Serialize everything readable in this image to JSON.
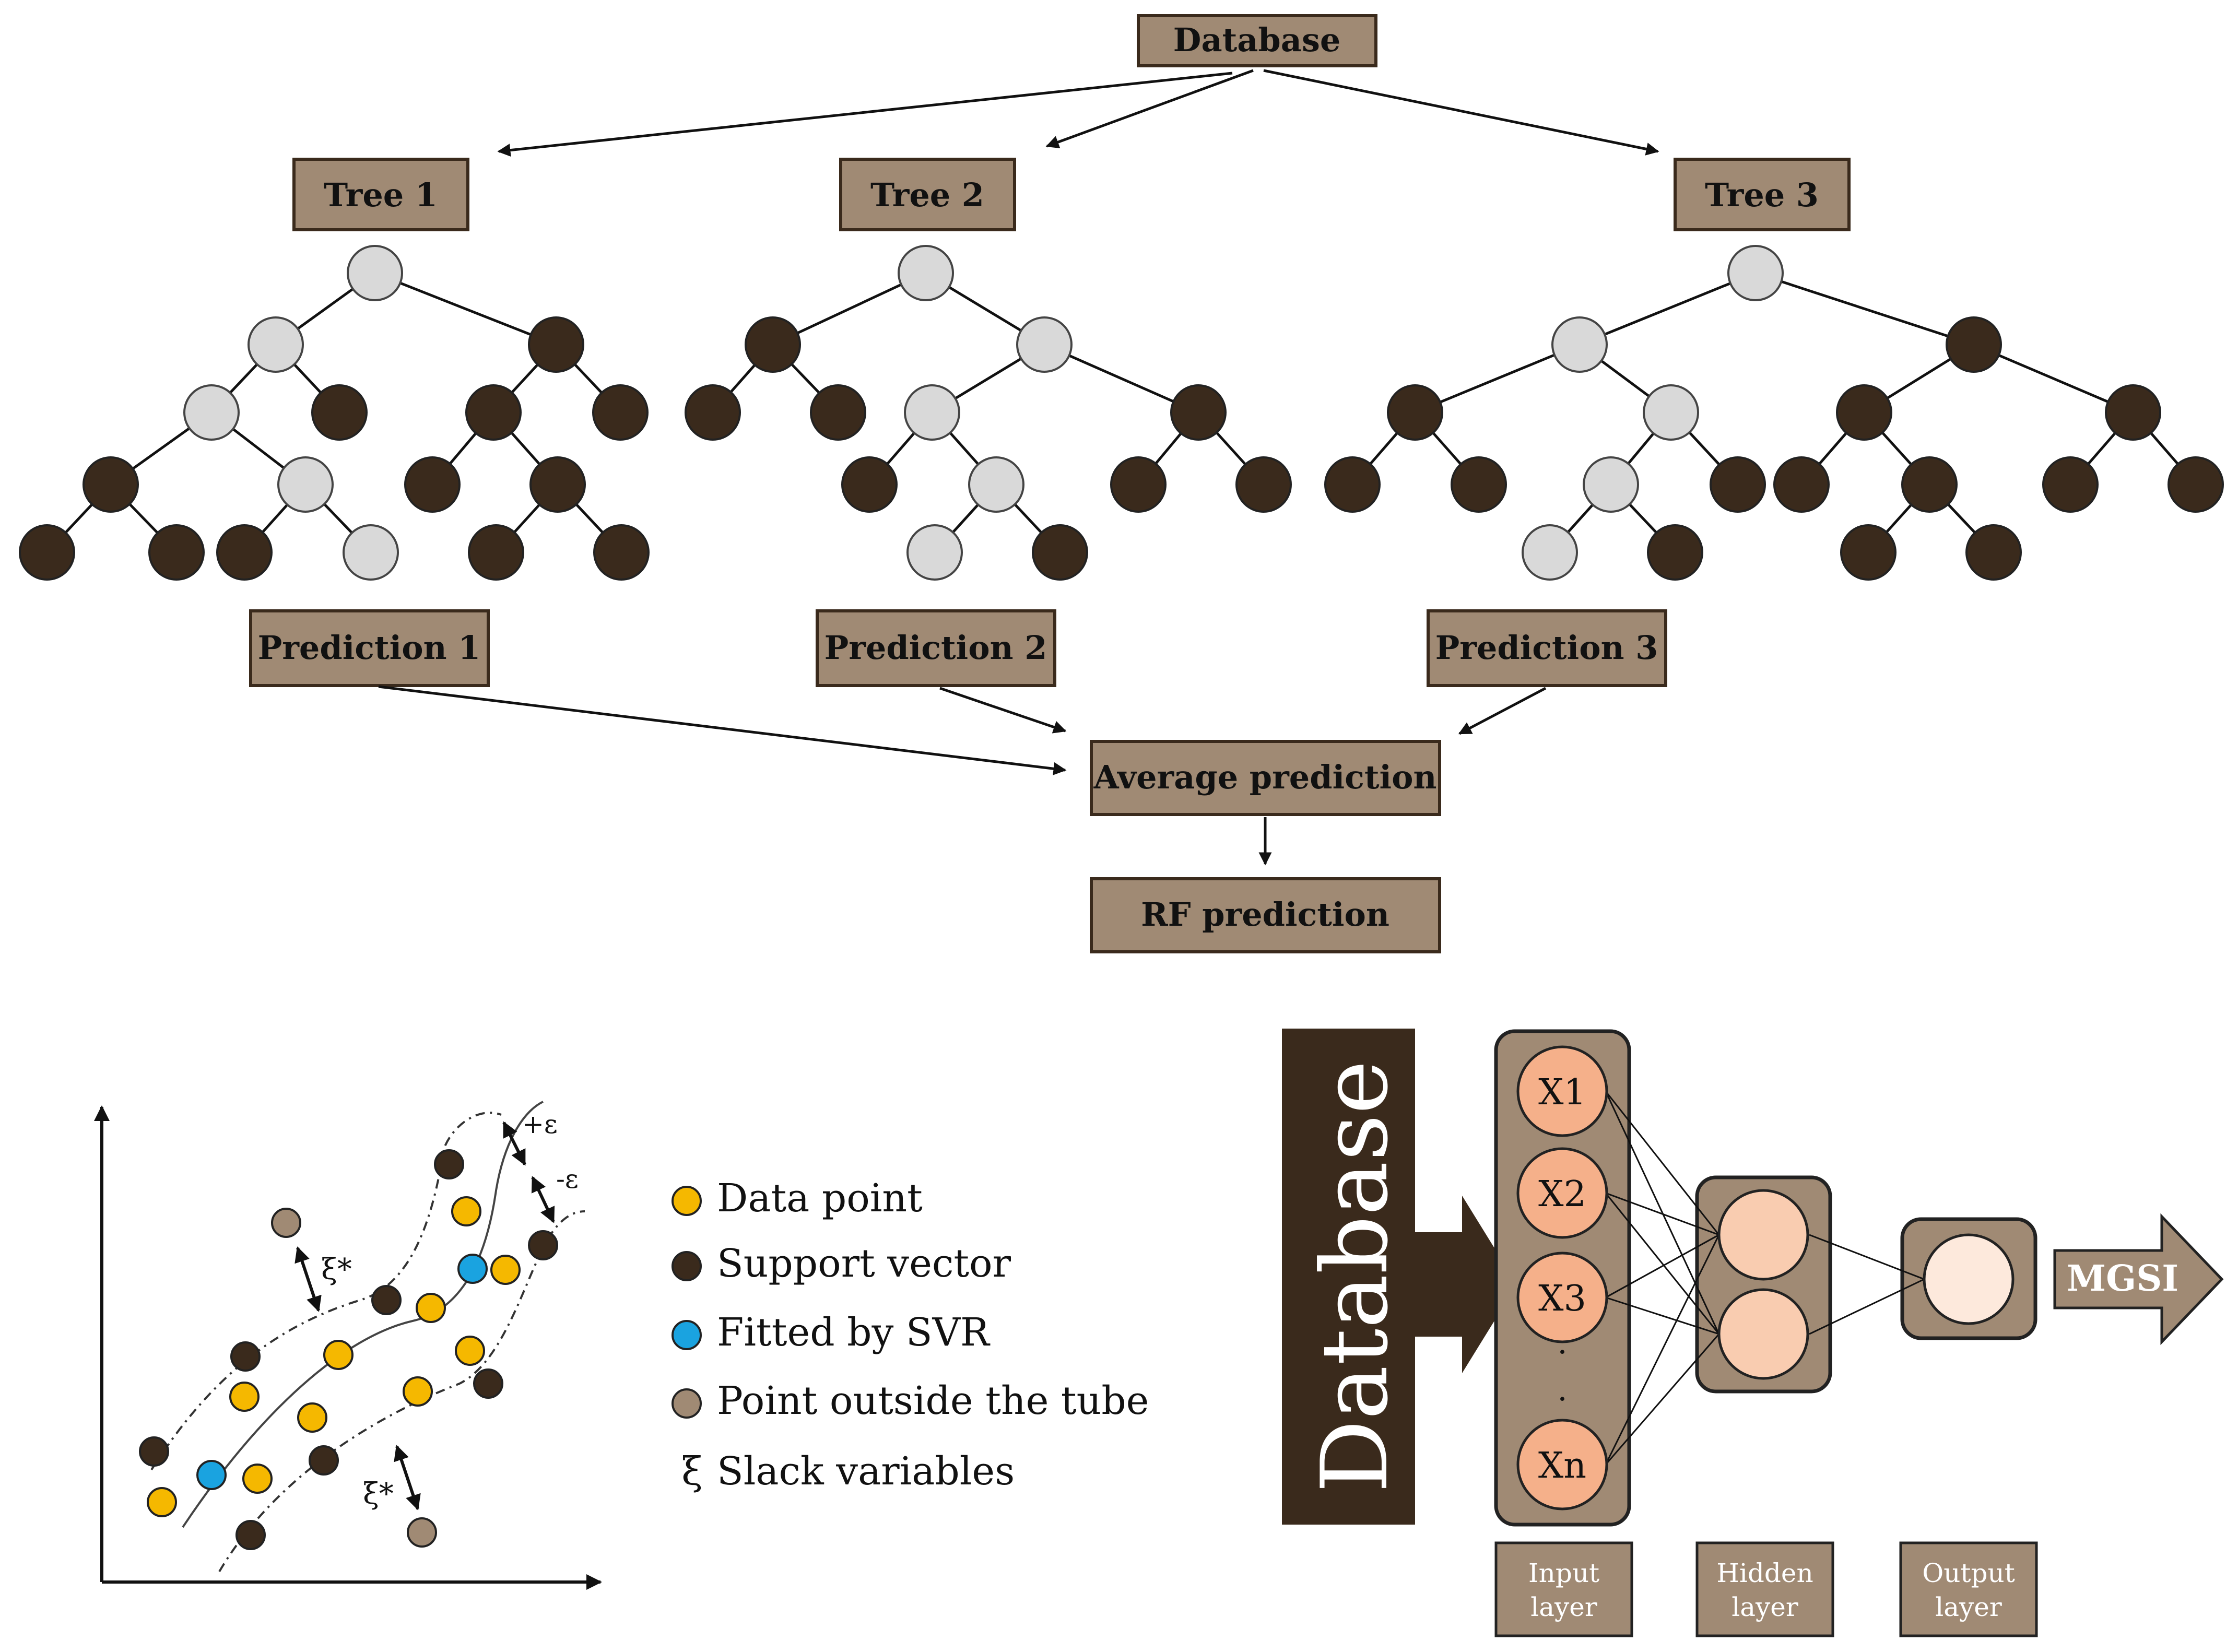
{
  "rf": {
    "database": "Database",
    "trees": [
      "Tree 1",
      "Tree 2",
      "Tree 3"
    ],
    "predictions": [
      "Prediction 1",
      "Prediction 2",
      "Prediction 3"
    ],
    "average": "Average prediction",
    "final": "RF prediction"
  },
  "svr": {
    "legend": [
      {
        "label": "Data point",
        "color": "#f5b800"
      },
      {
        "label": "Support vector",
        "color": "#3a2a1c"
      },
      {
        "label": "Fitted by SVR",
        "color": "#1aa3e0"
      },
      {
        "label": "Point outside the tube",
        "color": "#a08a74"
      }
    ],
    "slack_symbol": "ξ",
    "slack_label": "Slack variables",
    "plus_eps": "+ε",
    "minus_eps": "-ε",
    "xi_star": "ξ*"
  },
  "ann": {
    "database": "Database",
    "inputs": [
      "X1",
      "X2",
      "X3",
      "Xn"
    ],
    "dots": "·",
    "output": "MGSI",
    "layers": [
      [
        "Input",
        "layer"
      ],
      [
        "Hidden",
        "layer"
      ],
      [
        "Output",
        "layer"
      ]
    ]
  },
  "colors": {
    "box_fill": "#a08a74",
    "dark_node": "#3a2a1c",
    "light_node": "#d9d9d9",
    "input_node": "#f5b08a",
    "hidden_node": "#f9ccb0",
    "output_node": "#fde9dc",
    "ann_database": "#3a2a1c"
  }
}
